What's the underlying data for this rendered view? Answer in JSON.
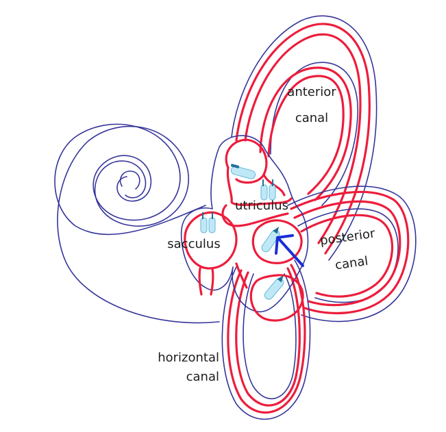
{
  "labels": {
    "anterior": [
      "anterior",
      "canal"
    ],
    "posterior": [
      "posterior",
      "canal"
    ],
    "utriculus": "utriculus",
    "sacculus": "sacculus",
    "horizontal": [
      "horizontal",
      "canal"
    ]
  },
  "colors": {
    "outline": "#34349a",
    "membranous": "#ec1d3c",
    "hair_cell": "#bfe8f6",
    "arrow": "#1a2fd6"
  }
}
